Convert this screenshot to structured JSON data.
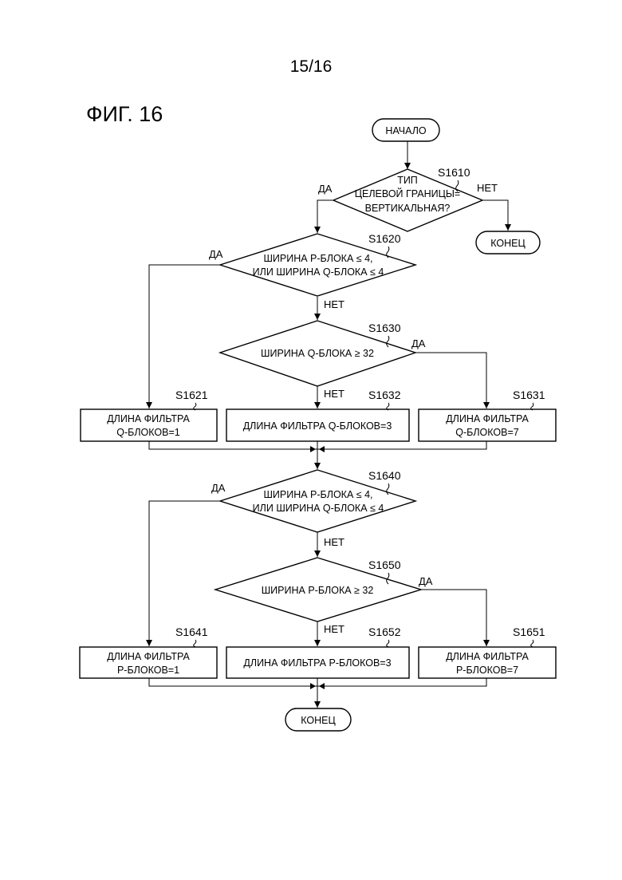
{
  "page_number": "15/16",
  "figure_label": "ФИГ. 16",
  "nodes": {
    "start": "НАЧАЛО",
    "end_top": "КОНЕЦ",
    "end_bottom": "КОНЕЦ",
    "s1610": {
      "step": "S1610",
      "lines": [
        "ТИП",
        "ЦЕЛЕВОЙ ГРАНИЦЫ=",
        "ВЕРТИКАЛЬНАЯ?"
      ]
    },
    "s1620": {
      "step": "S1620",
      "lines": [
        "ШИРИНА P-БЛОКА ≤ 4,",
        "ИЛИ ШИРИНА Q-БЛОКА ≤ 4"
      ]
    },
    "s1630": {
      "step": "S1630",
      "lines": [
        "ШИРИНА Q-БЛОКА ≥ 32"
      ]
    },
    "s1621": {
      "step": "S1621",
      "lines": [
        "ДЛИНА ФИЛЬТРА",
        "Q-БЛОКОВ=1"
      ]
    },
    "s1632": {
      "step": "S1632",
      "lines": [
        "ДЛИНА ФИЛЬТРА Q-БЛОКОВ=3"
      ]
    },
    "s1631": {
      "step": "S1631",
      "lines": [
        "ДЛИНА ФИЛЬТРА",
        "Q-БЛОКОВ=7"
      ]
    },
    "s1640": {
      "step": "S1640",
      "lines": [
        "ШИРИНА P-БЛОКА ≤ 4,",
        "ИЛИ ШИРИНА Q-БЛОКА ≤ 4"
      ]
    },
    "s1650": {
      "step": "S1650",
      "lines": [
        "ШИРИНА P-БЛОКА ≥ 32"
      ]
    },
    "s1641": {
      "step": "S1641",
      "lines": [
        "ДЛИНА ФИЛЬТРА",
        "P-БЛОКОВ=1"
      ]
    },
    "s1652": {
      "step": "S1652",
      "lines": [
        "ДЛИНА ФИЛЬТРА P-БЛОКОВ=3"
      ]
    },
    "s1651": {
      "step": "S1651",
      "lines": [
        "ДЛИНА ФИЛЬТРА",
        "P-БЛОКОВ=7"
      ]
    }
  },
  "edges": {
    "yes": "ДА",
    "no": "НЕТ"
  }
}
